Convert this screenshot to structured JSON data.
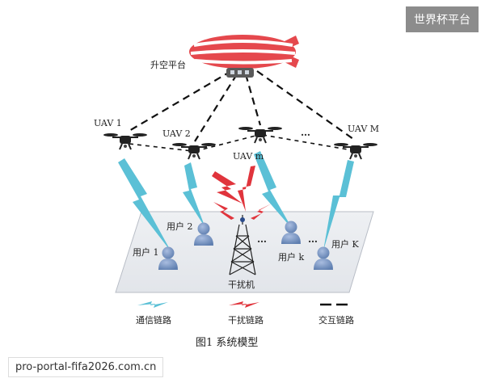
{
  "watermark_top": "世界杯平台",
  "watermark_bottom": "pro-portal-fifa2026.com.cn",
  "hap": {
    "label": "升空平台"
  },
  "uavs": [
    {
      "label": "UAV 1"
    },
    {
      "label": "UAV 2"
    },
    {
      "label": "UAV m"
    },
    {
      "label": "UAV M"
    }
  ],
  "ellipsis": "…",
  "users": [
    {
      "label": "用户 1"
    },
    {
      "label": "用户 2"
    },
    {
      "label": "用户 k"
    },
    {
      "label": "用户 K"
    }
  ],
  "jammer": {
    "label": "干扰机"
  },
  "legend": {
    "comm": "通信链路",
    "jam": "干扰链路",
    "cross": "交互链路"
  },
  "caption": "图1   系统模型",
  "colors": {
    "comm_link": "#5bc0d6",
    "jam_link": "#e0343c",
    "blimp_red": "#e5484d",
    "blimp_white": "#ffffff",
    "user_fill": "#7f9bc4",
    "drone_body": "#222222",
    "ground_plane": "#f0f1f3"
  }
}
